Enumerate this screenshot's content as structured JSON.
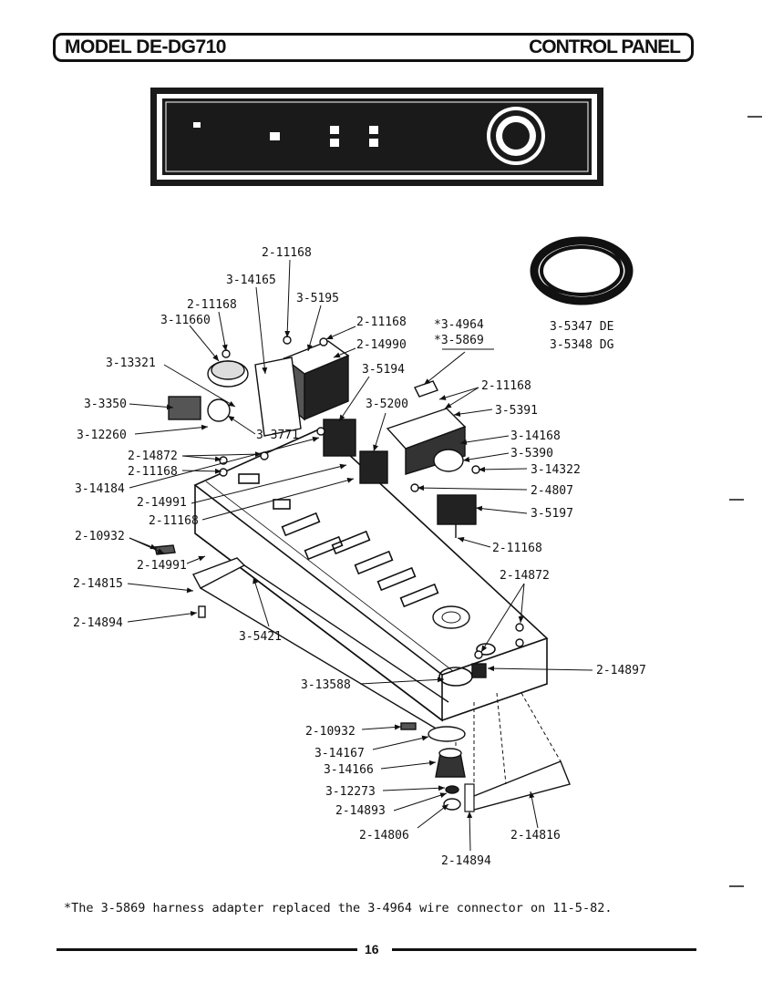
{
  "header": {
    "model": "MODEL DE-DG710",
    "section": "CONTROL PANEL"
  },
  "parts": [
    {
      "id": "lbl-2-11168-top",
      "text": "2-11168"
    },
    {
      "id": "lbl-3-14165",
      "text": "3-14165"
    },
    {
      "id": "lbl-3-5195",
      "text": "3-5195"
    },
    {
      "id": "lbl-2-11168-b",
      "text": "2-11168"
    },
    {
      "id": "lbl-3-11660",
      "text": "3-11660"
    },
    {
      "id": "lbl-2-11168-c",
      "text": "2-11168"
    },
    {
      "id": "lbl-2-14990",
      "text": "2-14990"
    },
    {
      "id": "lbl-3-4964",
      "text": "*3-4964"
    },
    {
      "id": "lbl-3-5869",
      "text": "*3-5869"
    },
    {
      "id": "lbl-3-5347",
      "text": "3-5347 DE"
    },
    {
      "id": "lbl-3-5348",
      "text": "3-5348 DG"
    },
    {
      "id": "lbl-3-13321",
      "text": "3-13321"
    },
    {
      "id": "lbl-3-5194",
      "text": "3-5194"
    },
    {
      "id": "lbl-2-11168-d",
      "text": "2-11168"
    },
    {
      "id": "lbl-3-3350",
      "text": "3-3350"
    },
    {
      "id": "lbl-3-5200",
      "text": "3-5200"
    },
    {
      "id": "lbl-3-5391",
      "text": "3-5391"
    },
    {
      "id": "lbl-3-12260",
      "text": "3-12260"
    },
    {
      "id": "lbl-3-3771",
      "text": "3-3771"
    },
    {
      "id": "lbl-3-14168",
      "text": "3-14168"
    },
    {
      "id": "lbl-2-14872-a",
      "text": "2-14872"
    },
    {
      "id": "lbl-3-5390",
      "text": "3-5390"
    },
    {
      "id": "lbl-2-11168-e",
      "text": "2-11168"
    },
    {
      "id": "lbl-3-14322",
      "text": "3-14322"
    },
    {
      "id": "lbl-3-14184",
      "text": "3-14184"
    },
    {
      "id": "lbl-2-4807",
      "text": "2-4807"
    },
    {
      "id": "lbl-2-14991-a",
      "text": "2-14991"
    },
    {
      "id": "lbl-3-5197",
      "text": "3-5197"
    },
    {
      "id": "lbl-2-11168-f",
      "text": "2-11168"
    },
    {
      "id": "lbl-2-10932-a",
      "text": "2-10932"
    },
    {
      "id": "lbl-2-11168-g",
      "text": "2-11168"
    },
    {
      "id": "lbl-2-14991-b",
      "text": "2-14991"
    },
    {
      "id": "lbl-2-14872-b",
      "text": "2-14872"
    },
    {
      "id": "lbl-2-14815",
      "text": "2-14815"
    },
    {
      "id": "lbl-2-14894-a",
      "text": "2-14894"
    },
    {
      "id": "lbl-3-5421",
      "text": "3-5421"
    },
    {
      "id": "lbl-2-14897",
      "text": "2-14897"
    },
    {
      "id": "lbl-3-13588",
      "text": "3-13588"
    },
    {
      "id": "lbl-2-10932-b",
      "text": "2-10932"
    },
    {
      "id": "lbl-3-14167",
      "text": "3-14167"
    },
    {
      "id": "lbl-3-14166",
      "text": "3-14166"
    },
    {
      "id": "lbl-3-12273",
      "text": "3-12273"
    },
    {
      "id": "lbl-2-14893",
      "text": "2-14893"
    },
    {
      "id": "lbl-2-14806",
      "text": "2-14806"
    },
    {
      "id": "lbl-2-14816",
      "text": "2-14816"
    },
    {
      "id": "lbl-2-14894-b",
      "text": "2-14894"
    }
  ],
  "footnote": "*The 3-5869 harness adapter replaced the 3-4964 wire connector on 11-5-82.",
  "page_number": "16"
}
